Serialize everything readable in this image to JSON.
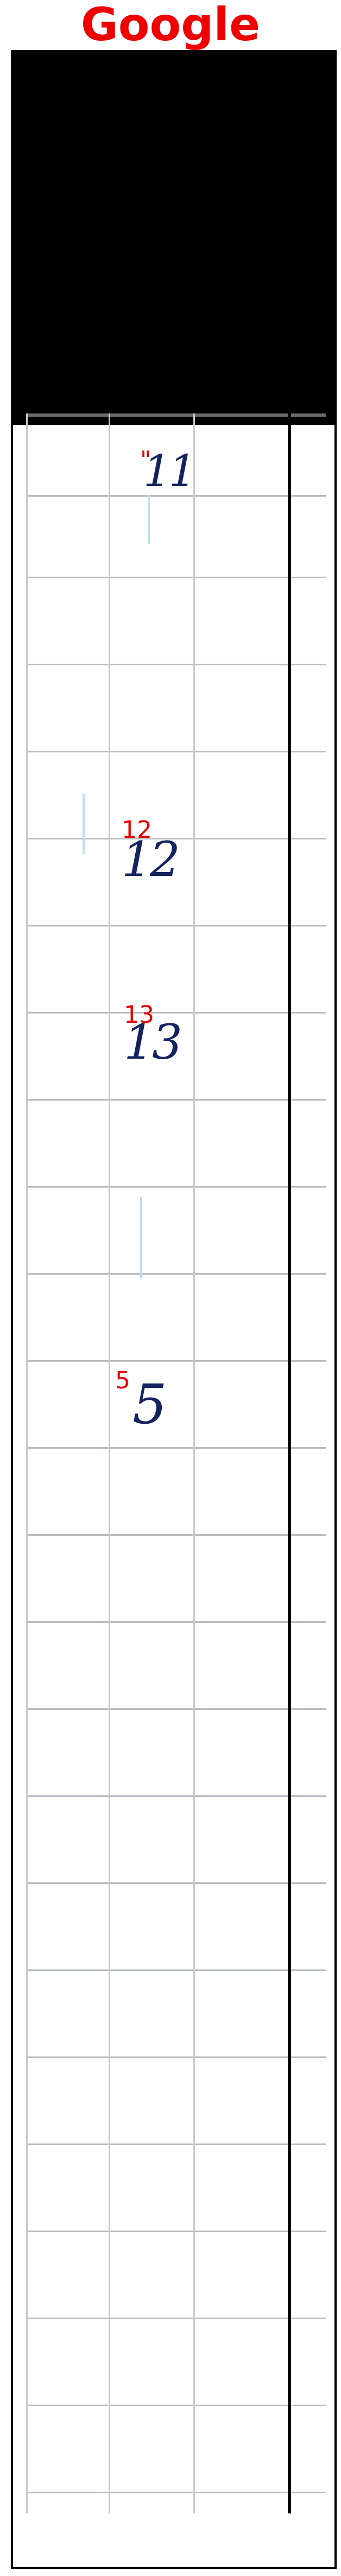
{
  "header": {
    "title": "Google"
  },
  "sheet": {
    "entries": [
      {
        "annotation": "\"",
        "handwriting": "11"
      },
      {
        "annotation": "12",
        "handwriting": "12"
      },
      {
        "annotation": "13",
        "handwriting": "13"
      },
      {
        "annotation": "5",
        "handwriting": "5"
      }
    ]
  },
  "colors": {
    "title": "#ee0000",
    "annotation": "#e80000",
    "ink": "#13235f",
    "redaction": "#000000"
  }
}
